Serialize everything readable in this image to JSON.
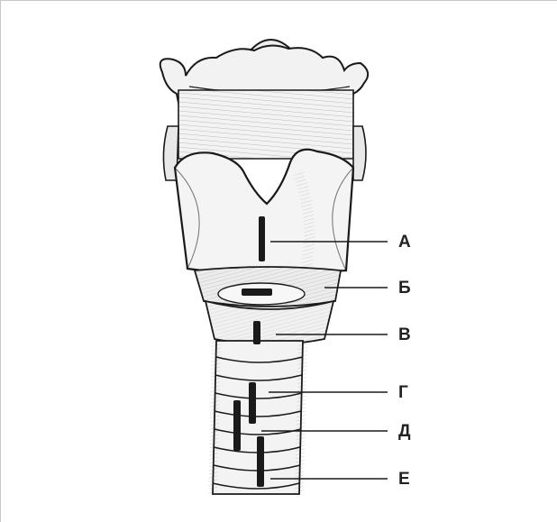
{
  "labels": {
    "a": "А",
    "b": "Б",
    "v": "В",
    "g": "Г",
    "d": "Д",
    "e": "Е"
  },
  "colors": {
    "ink": "#1a1a1a",
    "fill": "#f3f3f3",
    "shade": "#d9d9d9",
    "frame": "#c8c8c8"
  }
}
